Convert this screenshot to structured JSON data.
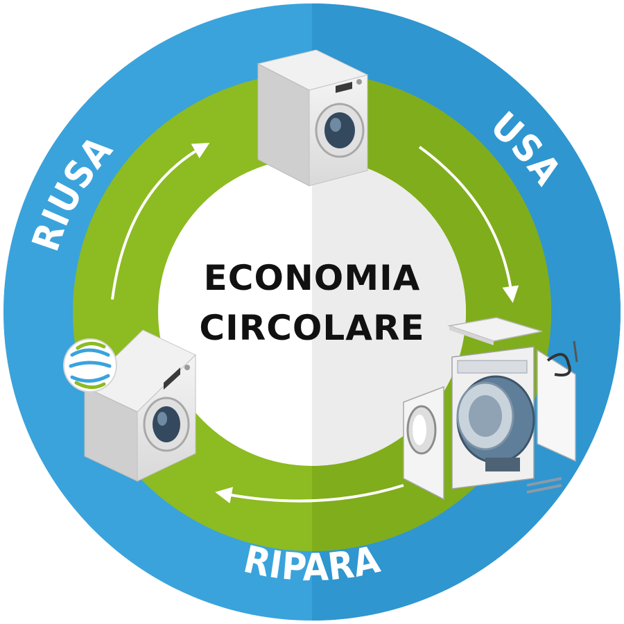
{
  "center": {
    "line1": "ECONOMIA",
    "line2": "CIRCOLARE"
  },
  "stages": {
    "use": "USA",
    "repair": "RIPARA",
    "reuse": "RIUSA"
  },
  "icons": {
    "top": "washing-machine-icon",
    "right": "disassembled-washing-machine-icon",
    "left": "washing-machine-icon",
    "badge": "circular-arrows-badge-icon"
  },
  "colors": {
    "outer_ring": "#3aa3dc",
    "inner_ring": "#8dbb22",
    "center": "#ffffff",
    "label": "#ffffff",
    "title": "#111111"
  }
}
